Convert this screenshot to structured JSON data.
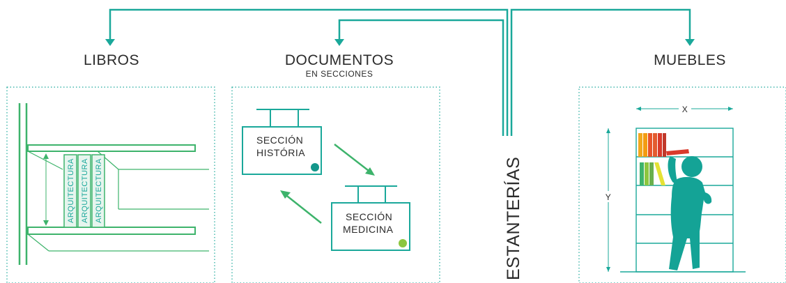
{
  "categories": {
    "libros": "LIBROS",
    "documentos": "DOCUMENTOS",
    "documentos_sub": "EN SECCIONES",
    "muebles": "MUEBLES",
    "estanterias": "ESTANTERÍAS"
  },
  "books": {
    "spine_label": "ARQUITECTURA"
  },
  "signs": {
    "historia_line1": "SECCIÓN",
    "historia_line2": "HISTÓRIA",
    "medicina_line1": "SECCIÓN",
    "medicina_line2": "MEDICINA"
  },
  "furniture": {
    "width_label": "X",
    "height_label": "Y"
  },
  "colors": {
    "teal": "#1aa89a",
    "green": "#3db36b",
    "dot_teal": "#14978b",
    "dot_green": "#8cc63f"
  }
}
